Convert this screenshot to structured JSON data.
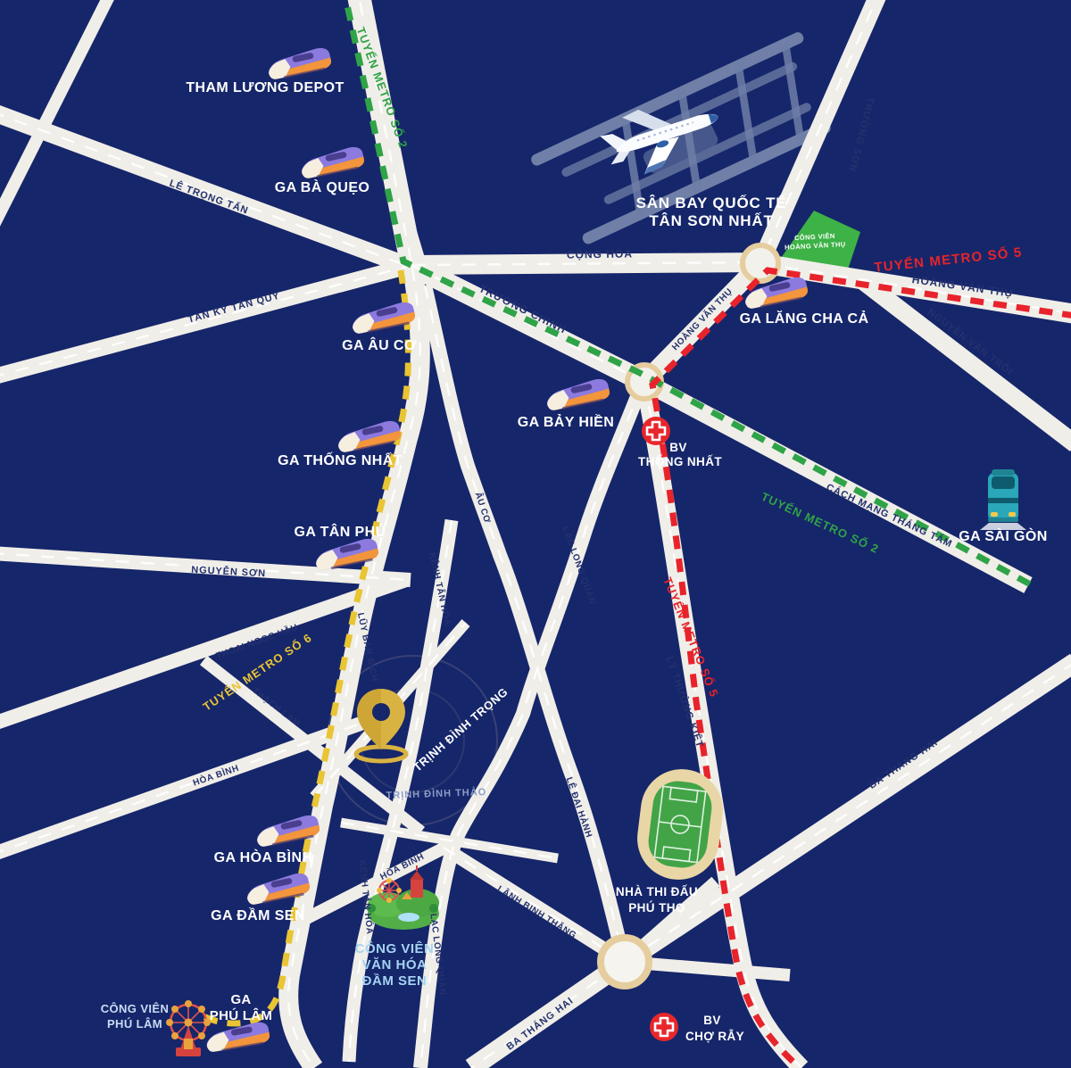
{
  "colors": {
    "background": "#16266A",
    "road": "#F0EEE8",
    "metro_line_2_green": "#2FA347",
    "metro_line_5_red": "#E8232B",
    "metro_line_6_yellow": "#E9C433",
    "junction_ring": "#E5CD9E",
    "park_green": "#3DB246",
    "hospital_red": "#E8262B",
    "pin_gold": "#D9B342"
  },
  "airport": {
    "line1": "SÂN BAY QUỐC TẾ",
    "line2": "TÂN SƠN NHẤT"
  },
  "metro_labels": {
    "line2_north": "TUYẾN METRO SỐ 2",
    "line2_southeast": "TUYẾN METRO SỐ 2",
    "line5_east": "TUYẾN METRO SỐ 5",
    "line5_south": "TUYẾN METRO SỐ 5",
    "line6": "TUYẾN METRO SỐ 6"
  },
  "stations": {
    "tham_luong": "THAM LƯƠNG DEPOT",
    "ba_queo": "GA BÀ QUẸO",
    "au_co": "GA ÂU CƠ",
    "thong_nhat": "GA THỐNG NHẤT",
    "tan_phu": "GA TÂN PHÚ",
    "bay_hien": "GA BẢY HIỀN",
    "lang_cha_ca": "GA LĂNG CHA CẢ",
    "hoa_binh": "GA HÒA BÌNH",
    "dam_sen": "GA ĐẦM SEN",
    "phu_lam_l1": "GA",
    "phu_lam_l2": "PHÚ LÂM",
    "sai_gon": "GA SÀI GÒN"
  },
  "roads": {
    "le_trong_tan": "LÊ TRỌNG TẤN",
    "tan_ky_tan_quy": "TÂN KỲ TÂN QUÝ",
    "cong_hoa": "CỘNG HÒA",
    "truong_chinh": "TRƯỜNG CHINH",
    "truong_son": "TRƯỜNG SƠN",
    "hoang_van_thu_east": "HOÀNG VĂN THỤ",
    "hoang_van_thu_sw": "HOÀNG VĂN THỤ",
    "nguyen_van_troi": "NGUYỄN VĂN TRỖI",
    "cach_mang_thang_tam": "CÁCH MẠNG THÁNG TÁM",
    "ly_thuong_kiet": "LÝ THƯỜNG KIỆT",
    "ba_thang_hai_east": "BA THÁNG HAI",
    "ba_thang_hai_sw": "BA THÁNG HAI",
    "nguyen_son": "NGUYỄN SƠN",
    "thoai_ngoc_hau": "THOẠI NGỌC HẦU",
    "thach_lam": "THẠCH LAM",
    "hoa_binh_west": "HÒA BÌNH",
    "hoa_binh_east": "HÒA BÌNH",
    "luy_ban_bich": "LŨY BÁN BÍCH",
    "au_co": "ÂU CƠ",
    "kenh_tan_hoa_north": "KÊNH TÂN HÓA",
    "kenh_tan_hoa_south": "KÊNH TÂN HÓA",
    "lac_long_quan_north": "LẠC LONG QUÂN",
    "lac_long_quan_south": "LẠC LONG QUÂN",
    "le_dai_hanh": "LÊ ĐẠI HÀNH",
    "lanh_binh_thang": "LÃNH BINH THĂNG",
    "trinh_dinh_trong": "TRỊNH ĐÌNH TRỌNG",
    "trinh_dinh_thao": "TRỊNH ĐÌNH THẢO"
  },
  "parks": {
    "hoang_van_thu_l1": "CÔNG VIÊN",
    "hoang_van_thu_l2": "HOÀNG VĂN THỤ",
    "dam_sen_l1": "CÔNG VIÊN",
    "dam_sen_l2": "VĂN HÓA",
    "dam_sen_l3": "ĐẦM SEN",
    "phu_lam_l1": "CÔNG VIÊN",
    "phu_lam_l2": "PHÚ LÂM"
  },
  "hospitals": {
    "thong_nhat_l1": "BV",
    "thong_nhat_l2": "THỐNG NHẤT",
    "cho_ray_l1": "BV",
    "cho_ray_l2": "CHỢ RẪY"
  },
  "stadium": {
    "l1": "NHÀ THI ĐẤU",
    "l2": "PHÚ THỌ"
  }
}
